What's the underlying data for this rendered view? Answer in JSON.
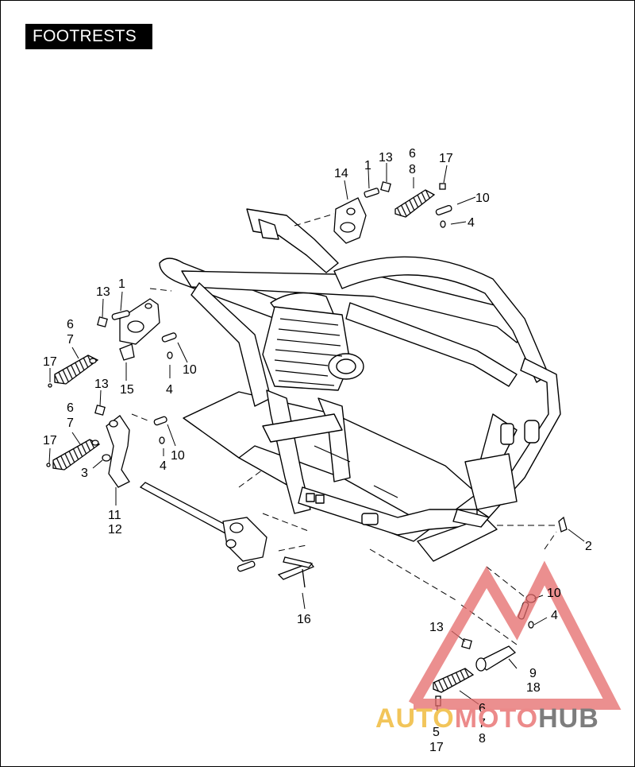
{
  "title": "FOOTRESTS",
  "callouts": [
    {
      "id": "c14a",
      "text": "14"
    },
    {
      "id": "c1a",
      "text": "1"
    },
    {
      "id": "c13a",
      "text": "13"
    },
    {
      "id": "c6a",
      "text": "6"
    },
    {
      "id": "c8a",
      "text": "8"
    },
    {
      "id": "c17a",
      "text": "17"
    },
    {
      "id": "c10a",
      "text": "10"
    },
    {
      "id": "c4a",
      "text": "4"
    },
    {
      "id": "c13b",
      "text": "13"
    },
    {
      "id": "c1b",
      "text": "1"
    },
    {
      "id": "c6b",
      "text": "6"
    },
    {
      "id": "c7b",
      "text": "7"
    },
    {
      "id": "c17b",
      "text": "17"
    },
    {
      "id": "c15",
      "text": "15"
    },
    {
      "id": "c4b",
      "text": "4"
    },
    {
      "id": "c10b",
      "text": "10"
    },
    {
      "id": "c13c",
      "text": "13"
    },
    {
      "id": "c6c",
      "text": "6"
    },
    {
      "id": "c7c",
      "text": "7"
    },
    {
      "id": "c17c",
      "text": "17"
    },
    {
      "id": "c3",
      "text": "3"
    },
    {
      "id": "c4c",
      "text": "4"
    },
    {
      "id": "c10c",
      "text": "10"
    },
    {
      "id": "c11",
      "text": "11"
    },
    {
      "id": "c12",
      "text": "12"
    },
    {
      "id": "c16",
      "text": "16"
    },
    {
      "id": "c2",
      "text": "2"
    },
    {
      "id": "c10d",
      "text": "10"
    },
    {
      "id": "c4d",
      "text": "4"
    },
    {
      "id": "c13d",
      "text": "13"
    },
    {
      "id": "c9",
      "text": "9"
    },
    {
      "id": "c18",
      "text": "18"
    },
    {
      "id": "c6d",
      "text": "6"
    },
    {
      "id": "c7d",
      "text": "7"
    },
    {
      "id": "c8d",
      "text": "8"
    },
    {
      "id": "c5",
      "text": "5"
    },
    {
      "id": "c17d",
      "text": "17"
    }
  ],
  "watermark": {
    "part1": "AUTO",
    "part2": "MOTO",
    "part3": "HUB"
  },
  "colors": {
    "watermark_red": "#e46a6a",
    "watermark_yellow": "#f2c55a",
    "watermark_gray": "#7d7d7d"
  }
}
